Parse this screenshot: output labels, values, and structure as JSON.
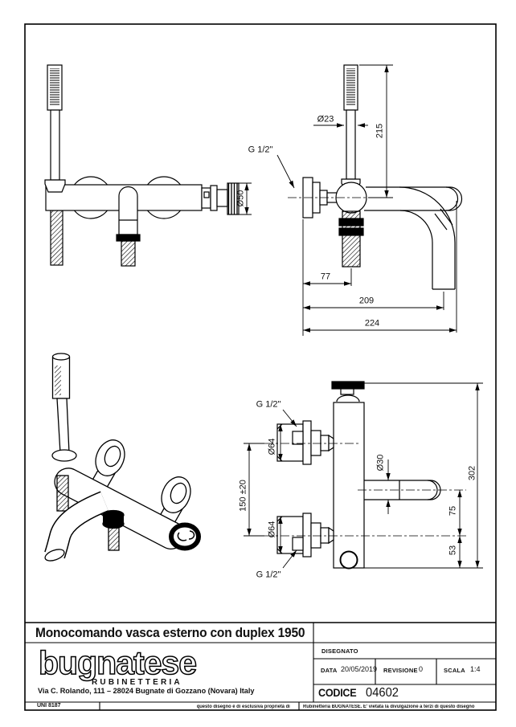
{
  "doc": {
    "title": "Monocomando vasca esterno con duplex 1950",
    "company": {
      "logo": "bugnatese",
      "tagline": "RUBINETTERIA",
      "address": "Via C. Rolando, 111 – 28024 Bugnate di Gozzano (Novara) Italy"
    },
    "fields": {
      "disegnato_label": "DISEGNATO",
      "data_label": "DATA",
      "data_value": "20/05/2019",
      "revisione_label": "REVISIONE",
      "revisione_value": "0",
      "scala_label": "SCALA",
      "scala_value": "1:4",
      "codice_label": "CODICE",
      "codice_value": "04602"
    },
    "footer": {
      "standard": "UNI 8187",
      "disclaimer_left": "questo disegno è di esclusiva proprietà di",
      "disclaimer_right": "Rubinetteria BUGNATESE. E' vietata la divulgazione a terzi di questo disegno"
    }
  },
  "dimensions": {
    "top_view": {
      "dia23": "Ø23",
      "h215": "215",
      "g12": "G 1/2\"",
      "dia50": "Ø50",
      "d77": "77",
      "d209": "209",
      "d224": "224"
    },
    "front_view": {
      "g12_top": "G 1/2\"",
      "dia64_top": "Ø64",
      "spacing": "150 ±20",
      "dia30": "Ø30",
      "h302": "302",
      "d75": "75",
      "d53": "53",
      "dia64_bottom": "Ø64",
      "g12_bottom": "G 1/2\""
    }
  },
  "colors": {
    "line": "#000000",
    "paper": "#ffffff"
  }
}
